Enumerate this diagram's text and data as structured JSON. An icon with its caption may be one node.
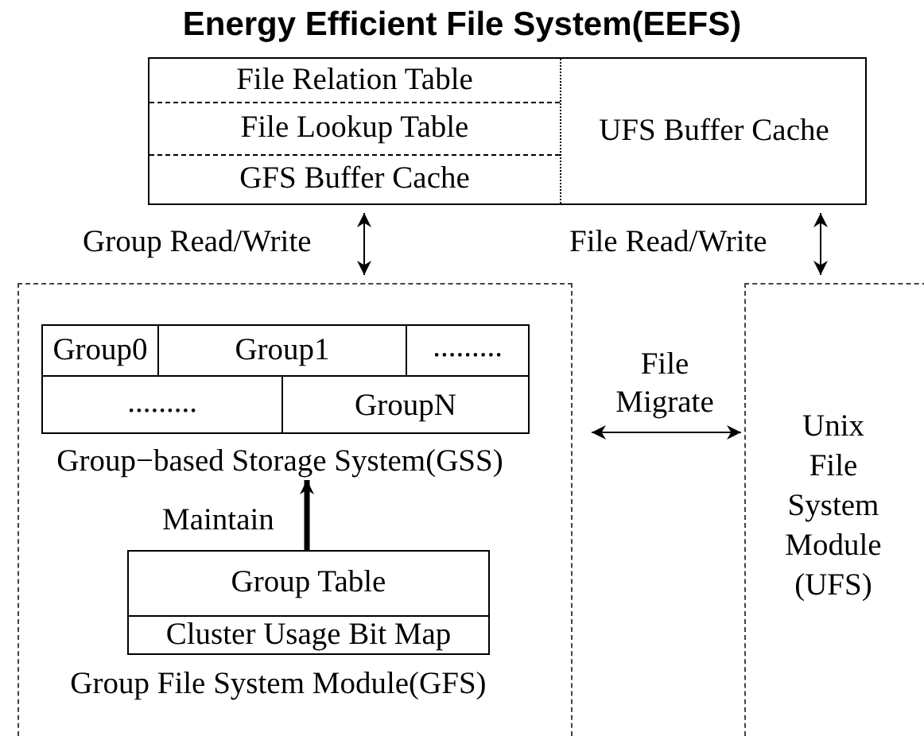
{
  "diagram": {
    "title": "Energy Efficient File System(EEFS)",
    "nodes": [
      {
        "text": [],
        "shape": "box"
      },
      {
        "text": [
          "File Relation Table"
        ],
        "in": 0
      },
      {
        "text": [
          "File Lookup Table"
        ],
        "in": 0
      },
      {
        "text": [
          "GFS Buffer Cache"
        ],
        "in": 0
      },
      {
        "text": [
          "UFS Buffer Cache"
        ],
        "in": 0
      },
      {
        "text": [
          "Group File System Module(GFS)"
        ]
      },
      {
        "text": [
          "Group−based Storage System(GSS)"
        ],
        "in": 5
      },
      {
        "text": [
          "Group0"
        ],
        "in": 6
      },
      {
        "text": [
          "Group1"
        ],
        "in": 6
      },
      {
        "text": [
          "........."
        ],
        "in": 6
      },
      {
        "text": [
          "........."
        ],
        "in": 6
      },
      {
        "text": [
          "GroupN"
        ],
        "in": 6
      },
      {
        "text": [
          "Group Table",
          "Cluster Usage Bit Map"
        ],
        "in": 5
      },
      {
        "text": [
          "Unix File System Module (UFS)"
        ]
      }
    ],
    "edges": [
      {
        "from": 0,
        "to": 5,
        "arrow": "both",
        "label": "Group Read/Write"
      },
      {
        "from": 0,
        "to": 13,
        "arrow": "both",
        "label": "File Read/Write"
      },
      {
        "from": 5,
        "to": 13,
        "arrow": "both",
        "label": "File Migrate"
      },
      {
        "from": 12,
        "to": 6,
        "arrow": "to",
        "label": "Maintain",
        "style": "thick"
      }
    ]
  }
}
